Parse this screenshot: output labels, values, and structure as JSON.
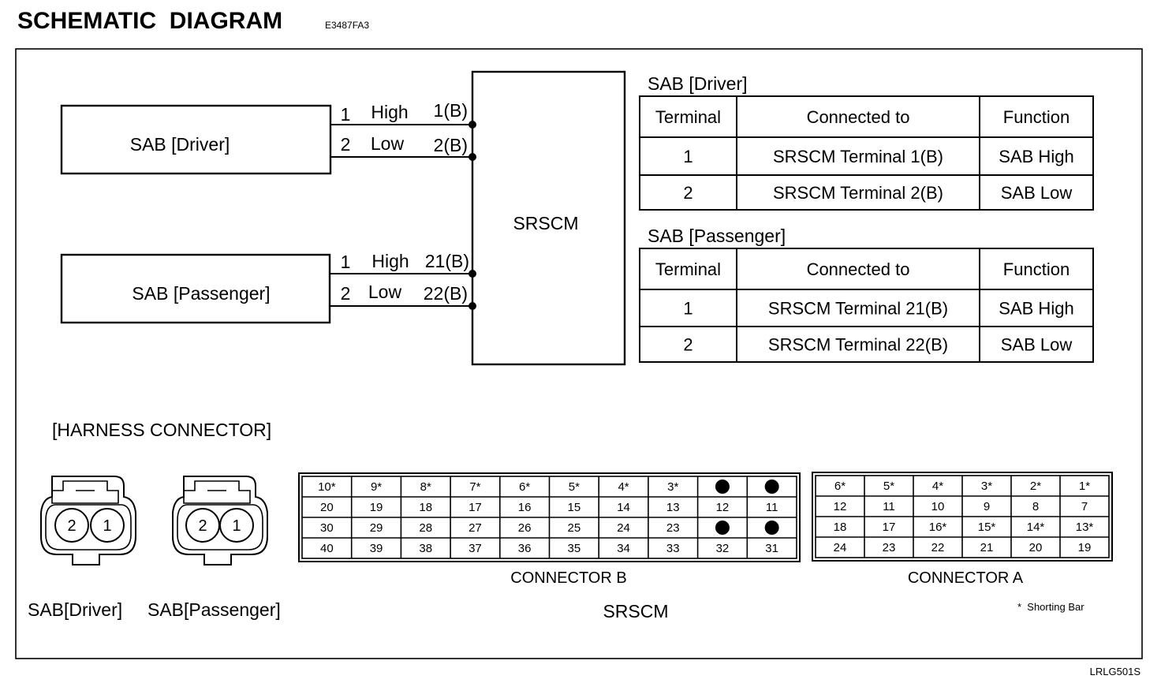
{
  "header": {
    "title": "SCHEMATIC  DIAGRAM",
    "code": "E3487FA3"
  },
  "schematic": {
    "driver_box": "SAB [Driver]",
    "passenger_box": "SAB [Passenger]",
    "module_box": "SRSCM",
    "driver_wires": [
      {
        "pin": "1",
        "signal": "High",
        "terminal": "1(B)"
      },
      {
        "pin": "2",
        "signal": "Low",
        "terminal": "2(B)"
      }
    ],
    "passenger_wires": [
      {
        "pin": "1",
        "signal": "High",
        "terminal": "21(B)"
      },
      {
        "pin": "2",
        "signal": "Low",
        "terminal": "22(B)"
      }
    ]
  },
  "tables": [
    {
      "title": "SAB [Driver]",
      "headers": [
        "Terminal",
        "Connected to",
        "Function"
      ],
      "rows": [
        [
          "1",
          "SRSCM Terminal 1(B)",
          "SAB High"
        ],
        [
          "2",
          "SRSCM Terminal 2(B)",
          "SAB Low"
        ]
      ]
    },
    {
      "title": "SAB [Passenger]",
      "headers": [
        "Terminal",
        "Connected to",
        "Function"
      ],
      "rows": [
        [
          "1",
          "SRSCM Terminal 21(B)",
          "SAB High"
        ],
        [
          "2",
          "SRSCM Terminal 22(B)",
          "SAB Low"
        ]
      ]
    }
  ],
  "harness": {
    "title": "[HARNESS CONNECTOR]",
    "sab_connectors": [
      {
        "label": "SAB[Driver]",
        "pins": [
          "2",
          "1"
        ]
      },
      {
        "label": "SAB[Passenger]",
        "pins": [
          "2",
          "1"
        ]
      }
    ],
    "connector_b": {
      "label": "CONNECTOR B",
      "rows": [
        [
          "10*",
          "9*",
          "8*",
          "7*",
          "6*",
          "5*",
          "4*",
          "3*",
          "●",
          "●"
        ],
        [
          "20",
          "19",
          "18",
          "17",
          "16",
          "15",
          "14",
          "13",
          "12",
          "11"
        ],
        [
          "30",
          "29",
          "28",
          "27",
          "26",
          "25",
          "24",
          "23",
          "●",
          "●"
        ],
        [
          "40",
          "39",
          "38",
          "37",
          "36",
          "35",
          "34",
          "33",
          "32",
          "31"
        ]
      ]
    },
    "connector_a": {
      "label": "CONNECTOR A",
      "rows": [
        [
          "6*",
          "5*",
          "4*",
          "3*",
          "2*",
          "1*"
        ],
        [
          "12",
          "11",
          "10",
          "9",
          "8",
          "7"
        ],
        [
          "18",
          "17",
          "16*",
          "15*",
          "14*",
          "13*"
        ],
        [
          "24",
          "23",
          "22",
          "21",
          "20",
          "19"
        ]
      ]
    },
    "module_label": "SRSCM",
    "legend": "*  Shorting Bar"
  },
  "footer_code": "LRLG501S"
}
